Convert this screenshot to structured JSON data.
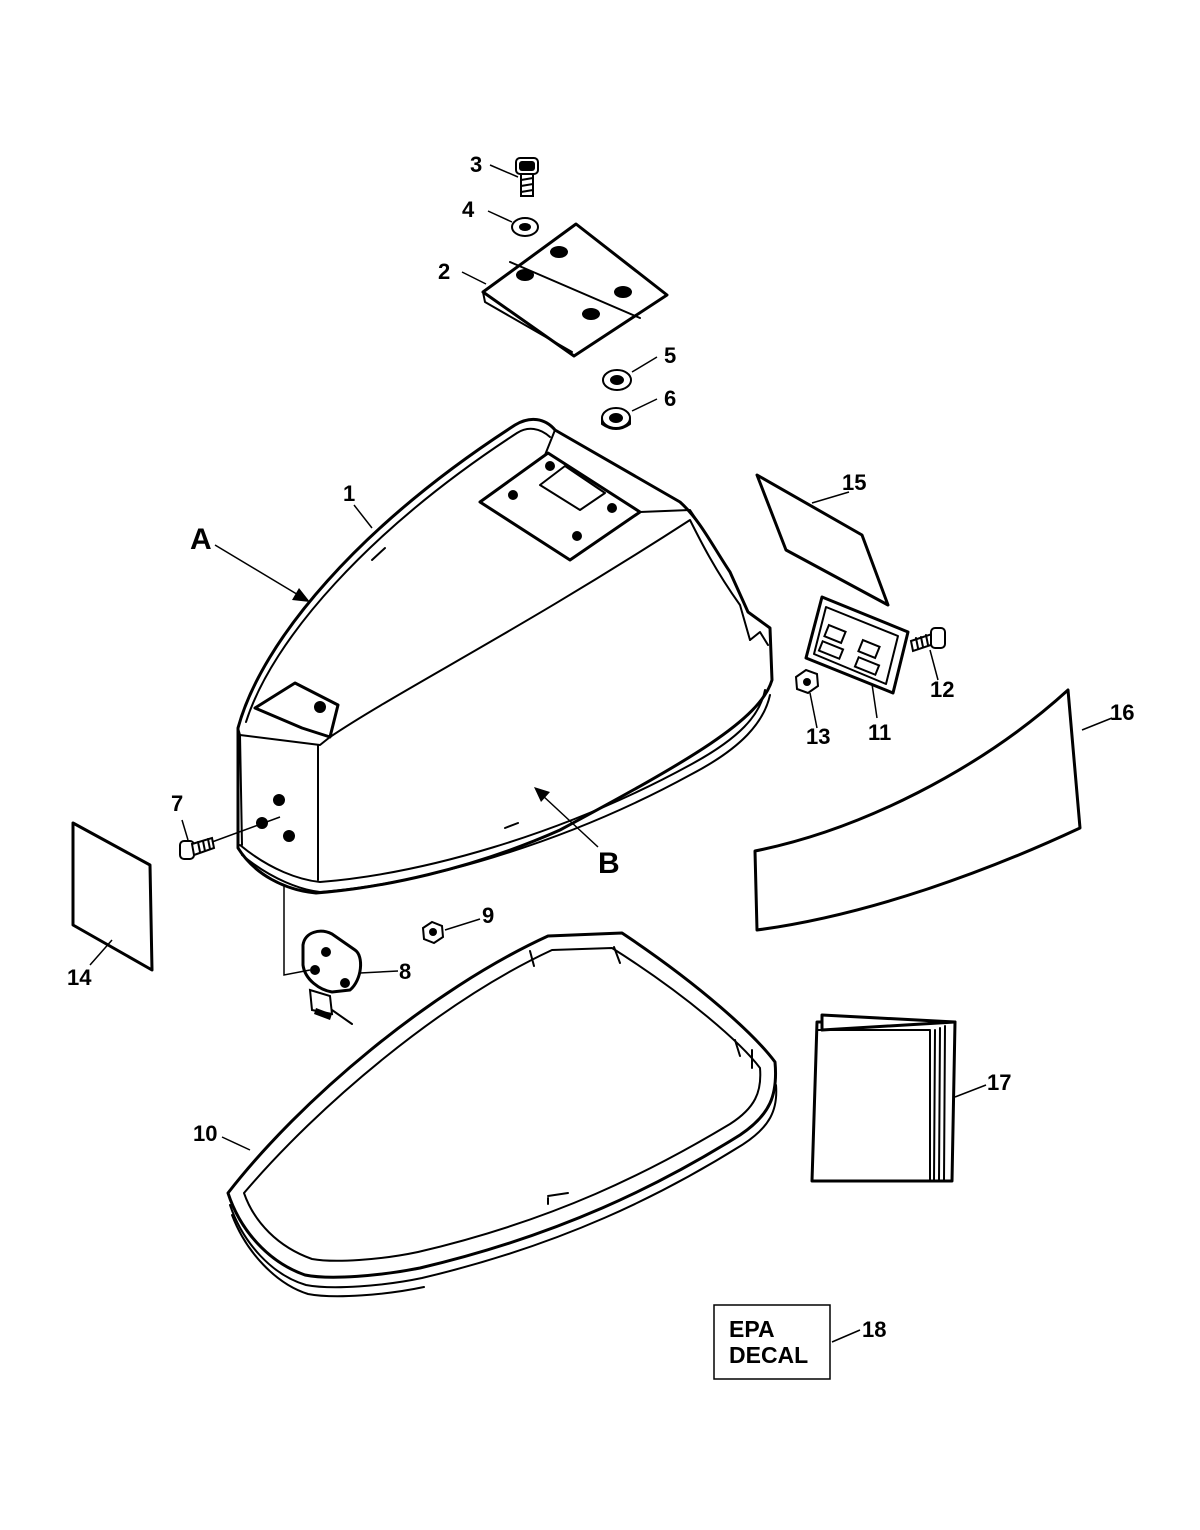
{
  "callouts": {
    "c1": "1",
    "c2": "2",
    "c3": "3",
    "c4": "4",
    "c5": "5",
    "c6": "6",
    "c7": "7",
    "c8": "8",
    "c9": "9",
    "c10": "10",
    "c11": "11",
    "c12": "12",
    "c13": "13",
    "c14": "14",
    "c15": "15",
    "c16": "16",
    "c17": "17",
    "c18": "18"
  },
  "view_labels": {
    "a": "A",
    "b": "B"
  },
  "epa_decal": {
    "line1": "EPA",
    "line2": "DECAL"
  }
}
